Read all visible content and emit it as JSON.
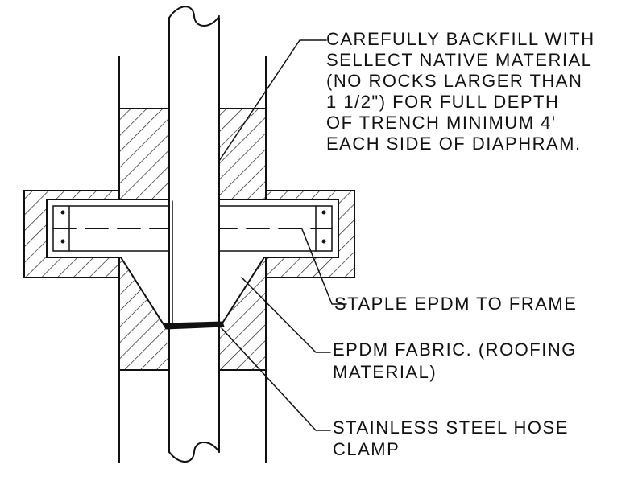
{
  "notes": {
    "backfill": [
      "CAREFULLY BACKFILL WITH",
      "SELLECT NATIVE MATERIAL",
      "(NO ROCKS LARGER THAN",
      "1 1/2\") FOR FULL DEPTH",
      "OF TRENCH MINIMUM 4'",
      "EACH SIDE OF DIAPHRAM."
    ],
    "staple": [
      "STAPLE EPDM TO FRAME"
    ],
    "fabric": [
      "EPDM FABRIC. (ROOFING",
      "MATERIAL)"
    ],
    "clamp": [
      "STAINLESS STEEL HOSE",
      "CLAMP"
    ]
  },
  "colors": {
    "ink": "#111111",
    "paper": "#ffffff"
  }
}
